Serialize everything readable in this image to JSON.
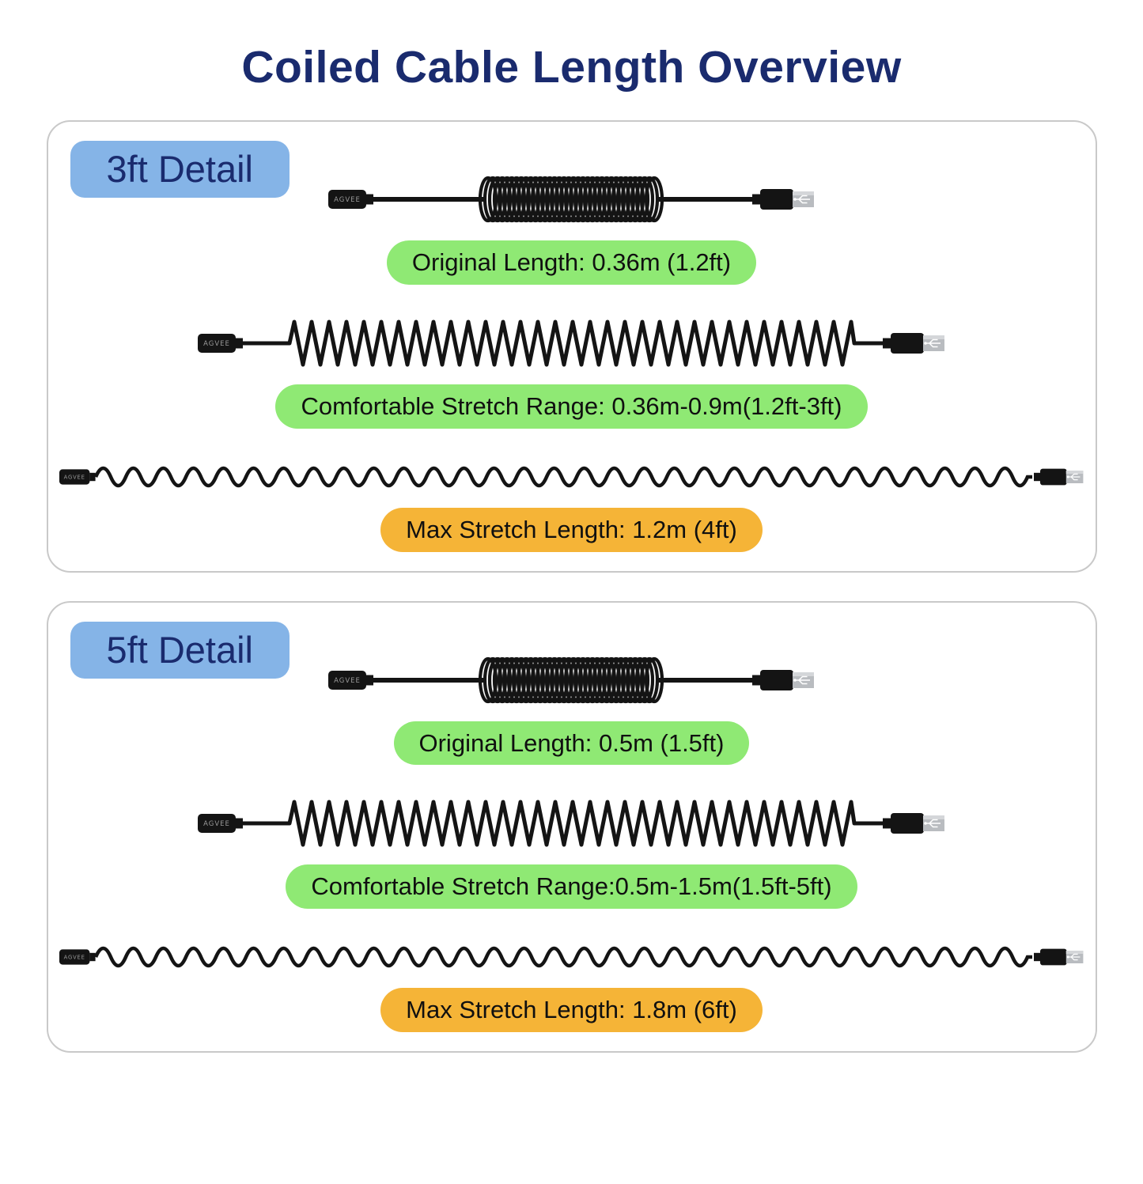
{
  "title": "Coiled Cable Length Overview",
  "connector_label": "AGVEE",
  "panels": [
    {
      "label": "3ft Detail",
      "rows": [
        {
          "text": "Original Length: 0.36m (1.2ft)",
          "pill": "green"
        },
        {
          "text": "Comfortable Stretch Range: 0.36m-0.9m(1.2ft-3ft)",
          "pill": "green"
        },
        {
          "text": "Max Stretch Length: 1.2m (4ft)",
          "pill": "yellow"
        }
      ]
    },
    {
      "label": "5ft Detail",
      "rows": [
        {
          "text": "Original Length: 0.5m (1.5ft)",
          "pill": "green"
        },
        {
          "text": "Comfortable Stretch Range:0.5m-1.5m(1.5ft-5ft)",
          "pill": "green"
        },
        {
          "text": "Max Stretch Length: 1.8m (6ft)",
          "pill": "yellow"
        }
      ]
    }
  ],
  "colors": {
    "green": "#8FE974",
    "yellow": "#F5B437",
    "label_bg": "#85B4E7",
    "navy": "#1A2B6E",
    "border": "#C9C9C9",
    "cable": "#141414"
  }
}
